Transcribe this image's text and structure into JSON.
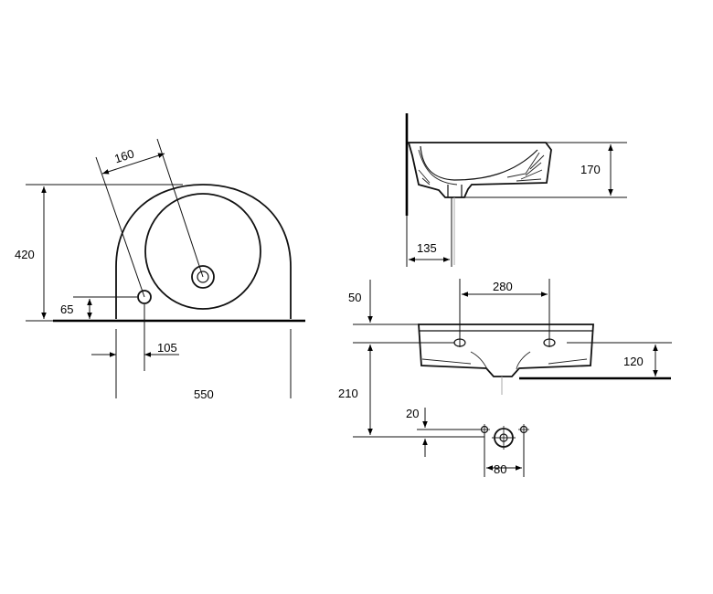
{
  "dimensions": {
    "width_550": "550",
    "depth_420": "420",
    "bowl_160": "160",
    "tap_offset_65": "65",
    "tap_offset_105": "105",
    "height_170": "170",
    "wall_135": "135",
    "tap_spacing_280": "280",
    "top_50": "50",
    "height_120": "120",
    "height_210": "210",
    "offset_20": "20",
    "spacing_80": "80"
  }
}
